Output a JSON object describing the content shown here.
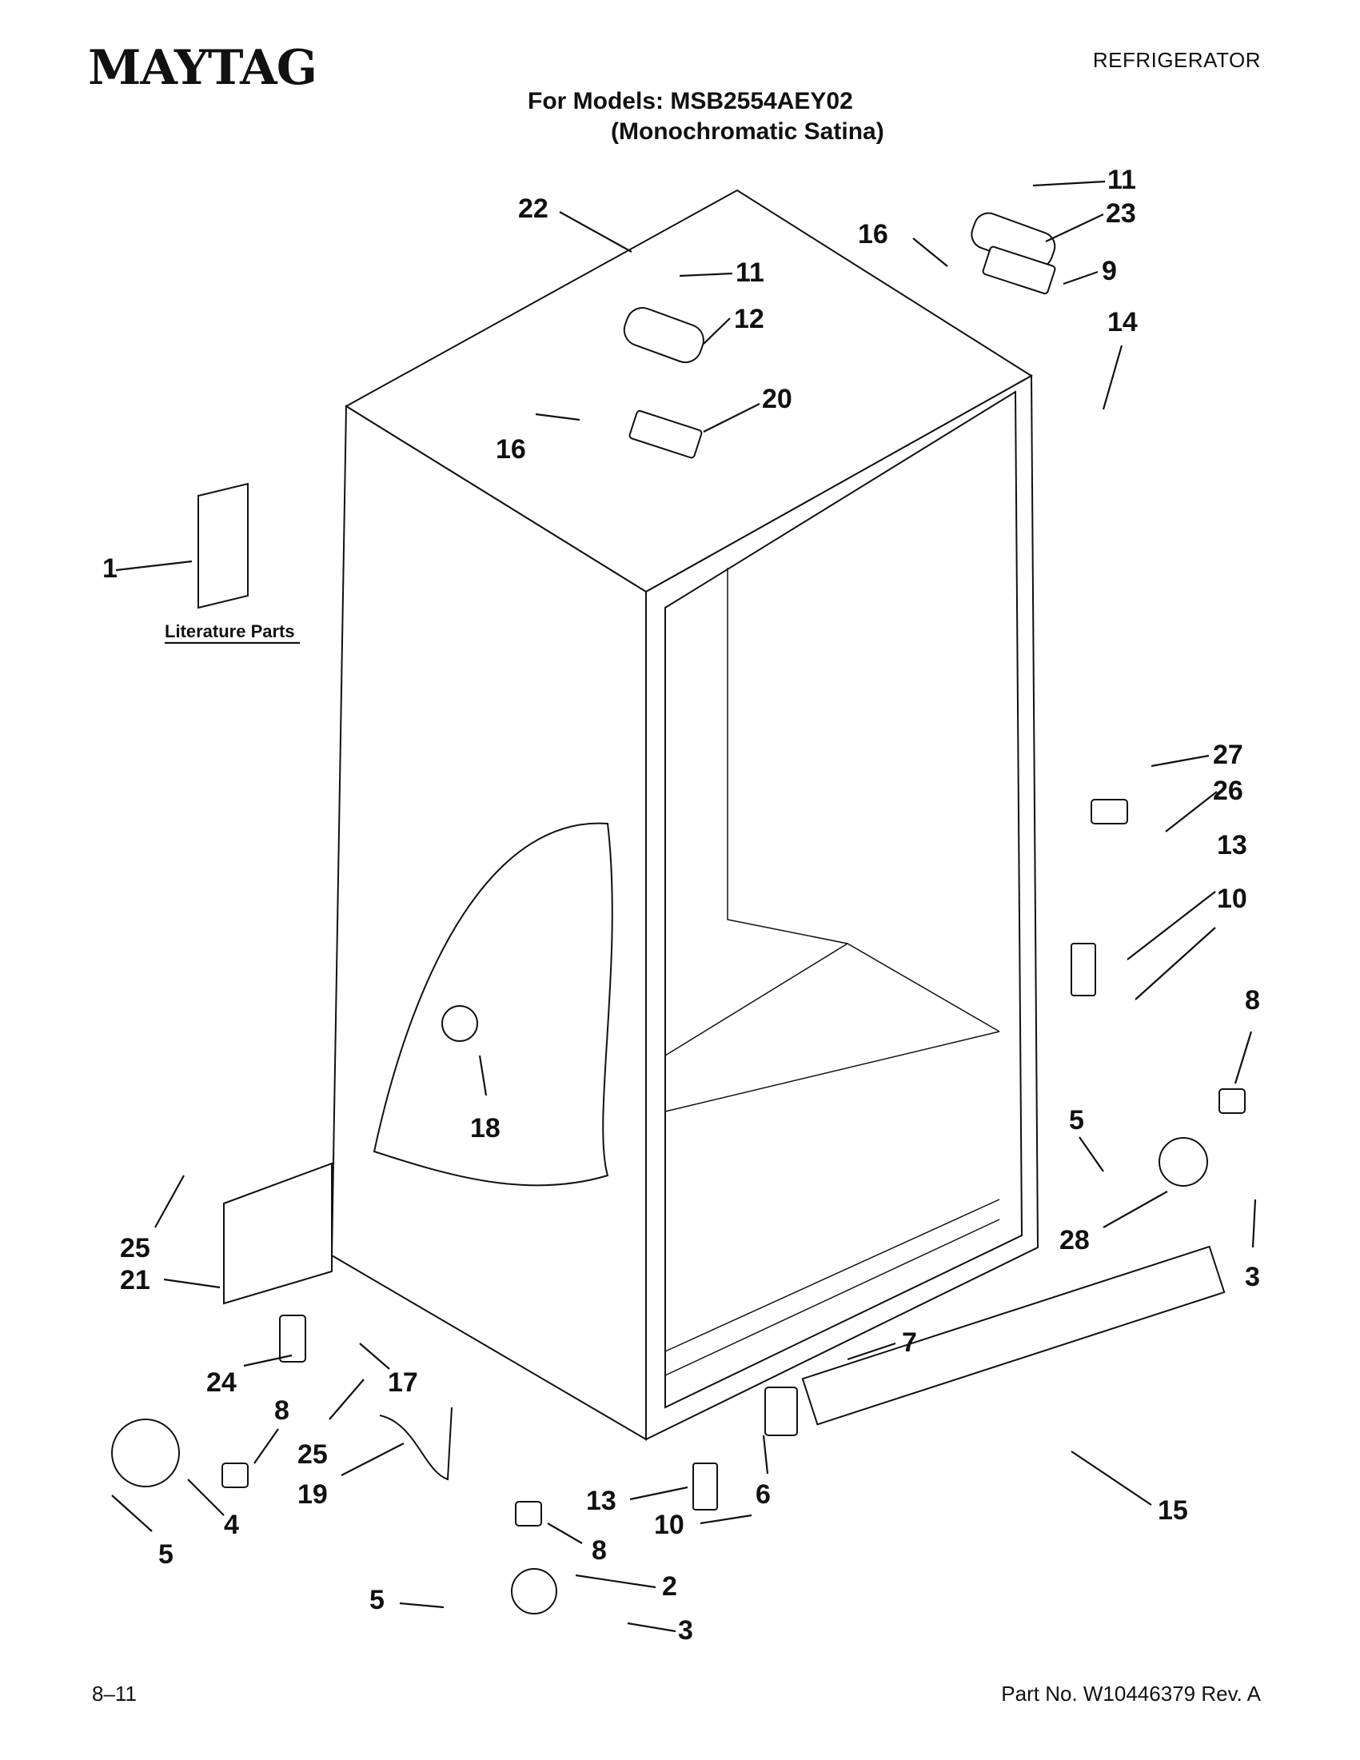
{
  "header": {
    "brand": "MAYTAG",
    "doc_type": "REFRIGERATOR",
    "models_line": "For Models: MSB2554AEY02",
    "finish_line": "(Monochromatic Satina)"
  },
  "diagram": {
    "literature_label": "Literature Parts",
    "callouts": [
      "22",
      "11",
      "23",
      "16",
      "9",
      "14",
      "11",
      "12",
      "16",
      "20",
      "1",
      "27",
      "26",
      "13",
      "10",
      "8",
      "18",
      "5",
      "28",
      "3",
      "25",
      "21",
      "24",
      "17",
      "7",
      "8",
      "25",
      "19",
      "13",
      "6",
      "10",
      "15",
      "8",
      "2",
      "5",
      "3",
      "5",
      "4"
    ]
  },
  "footer": {
    "date_code": "8–11",
    "part_number": "Part No. W10446379 Rev. A"
  }
}
